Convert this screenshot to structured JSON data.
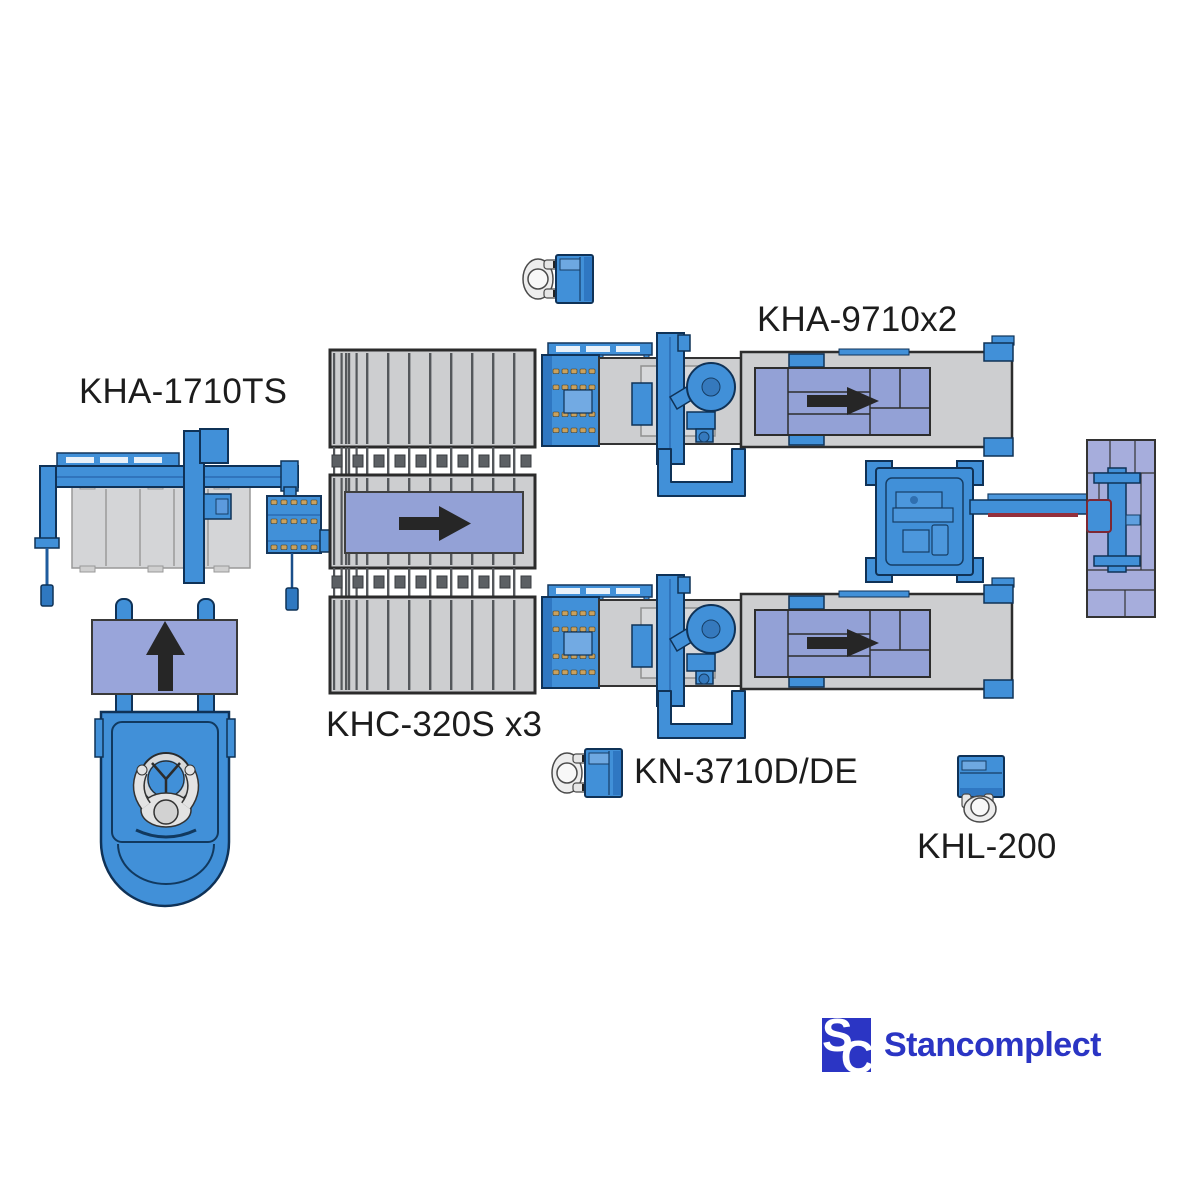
{
  "machines": [
    {
      "id": "kha-1710ts",
      "label": "KHA-1710TS"
    },
    {
      "id": "kha-9710x2",
      "label": "KHA-9710x2"
    },
    {
      "id": "khc-320s-x3",
      "label": "KHC-320S x3"
    },
    {
      "id": "kn-3710d-de",
      "label": "KN-3710D/DE"
    },
    {
      "id": "khl-200",
      "label": "KHL-200"
    }
  ],
  "flow_arrows": [
    {
      "on": "khc-320s-conveyor",
      "direction": "right"
    },
    {
      "on": "kha-9710-outfeed",
      "direction": "right"
    },
    {
      "on": "kn-3710-outfeed",
      "direction": "right"
    },
    {
      "on": "forklift-load",
      "direction": "up"
    }
  ],
  "logo": {
    "mark_s": "S",
    "mark_c": "C",
    "text": "Stancomplect",
    "color": "#2b35c4"
  },
  "colors": {
    "machine_blue": "#4190d8",
    "machine_blue_dark": "#2f77c2",
    "outline_navy": "#0f3257",
    "conveyor_gray": "#cdced0",
    "panel_gray": "#d4d5d7",
    "load_lavender": "#93a1d6",
    "stack_lavender": "#a6addc",
    "arrow_black": "#262626",
    "roller_tan": "#c9a15e",
    "accent_red": "#8d2f3a",
    "label_text": "#1c1c1c"
  }
}
